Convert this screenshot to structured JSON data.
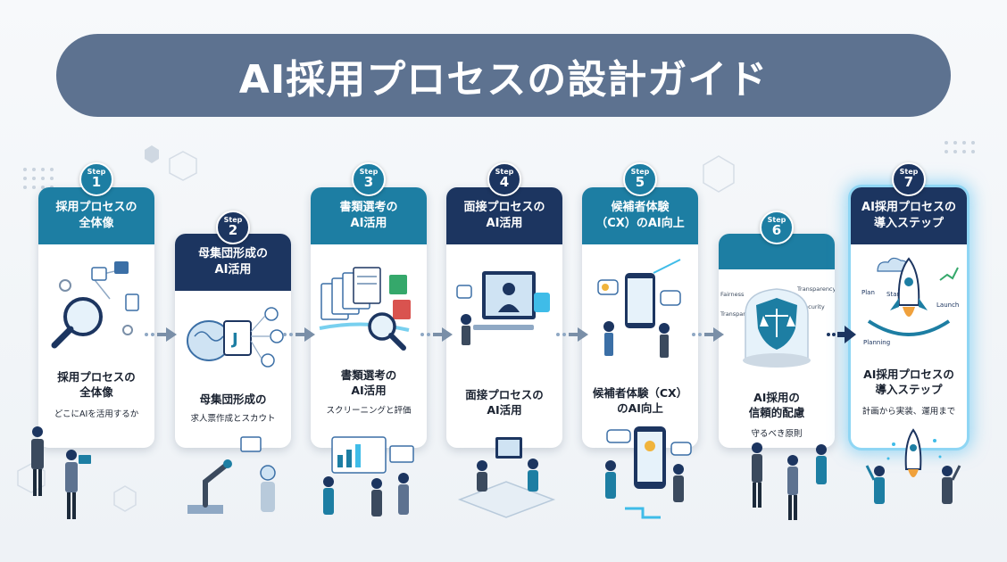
{
  "title": "AI採用プロセスの設計ガイド",
  "step_label": "Step",
  "colors": {
    "banner": "#5d7290",
    "teal": "#1d7ea3",
    "navy": "#1c3560",
    "glow": "#8fd6f4"
  },
  "steps": [
    {
      "number": "1",
      "header": "採用プロセスの\n全体像",
      "desc_title": "採用プロセスの\n全体像",
      "desc_sub": "どこにAIを活用するか",
      "illustration": "magnifier-network-icon"
    },
    {
      "number": "2",
      "header": "母集団形成の\nAI活用",
      "desc_title": "母集団形成の",
      "desc_sub": "求人票作成とスカウト",
      "illustration": "brain-document-icon"
    },
    {
      "number": "3",
      "header": "書類選考の\nAI活用",
      "desc_title": "書類選考の\nAI活用",
      "desc_sub": "スクリーニングと評価",
      "illustration": "documents-scan-icon"
    },
    {
      "number": "4",
      "header": "面接プロセスの\nAI活用",
      "desc_title": "面接プロセスの\nAI活用",
      "desc_sub": "",
      "illustration": "video-interview-icon"
    },
    {
      "number": "5",
      "header": "候補者体験\n（CX）のAI向上",
      "desc_title": "候補者体験（CX）\nのAI向上",
      "desc_sub": "",
      "illustration": "smartphone-chat-icon"
    },
    {
      "number": "6",
      "header": "",
      "desc_title": "AI採用の\n信頼的配慮",
      "desc_sub": "守るべき原則",
      "illustration": "shield-scale-icon",
      "labels": [
        "Fairness",
        "Transparency",
        "Transparency",
        "Security"
      ]
    },
    {
      "number": "7",
      "header": "AI採用プロセスの\n導入ステップ",
      "desc_title": "AI採用プロセスの\n導入ステップ",
      "desc_sub": "計画から実装、運用まで",
      "illustration": "rocket-launch-icon",
      "labels": [
        "Plan",
        "Start",
        "Launch",
        "Planning"
      ]
    }
  ]
}
